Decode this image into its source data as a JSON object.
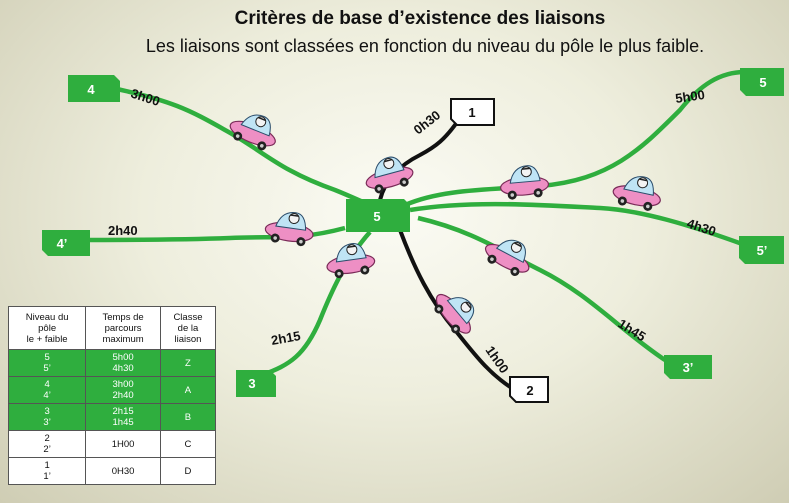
{
  "title": "Critères de base d’existence des liaisons",
  "subtitle": "Les liaisons sont classées en fonction du niveau du pôle le plus faible.",
  "colors": {
    "green": "#2fae3e",
    "black_link": "#111111",
    "background": "#eeeedd"
  },
  "center_node": {
    "label": "5"
  },
  "nodes": {
    "n4": {
      "label": "4"
    },
    "n5_right": {
      "label": "5"
    },
    "n1": {
      "label": "1"
    },
    "n4p": {
      "label": "4’"
    },
    "n5p": {
      "label": "5’"
    },
    "n3": {
      "label": "3"
    },
    "n3p": {
      "label": "3’"
    },
    "n2": {
      "label": "2"
    }
  },
  "durations": {
    "to_4": "3h00",
    "to_5": "5h00",
    "to_1": "0h30",
    "to_4p": "2h40",
    "to_5p": "4h30",
    "to_3": "2h15",
    "to_3p": "1h45",
    "to_2": "1h00"
  },
  "table": {
    "headers": [
      "Niveau du\npôle\nle + faible",
      "Temps de\nparcours\nmaximum",
      "Classe\nde la\nliaison"
    ],
    "rows": [
      {
        "level": "5\n5’",
        "time": "5h00\n4h30",
        "class": "Z"
      },
      {
        "level": "4\n4’",
        "time": "3h00\n2h40",
        "class": "A"
      },
      {
        "level": "3\n3’",
        "time": "2h15\n1h45",
        "class": "B"
      },
      {
        "level": "2\n2’",
        "time": "1H00",
        "class": "C"
      },
      {
        "level": "1\n1’",
        "time": "0H30",
        "class": "D"
      }
    ]
  },
  "icons": [
    "car-icon"
  ]
}
